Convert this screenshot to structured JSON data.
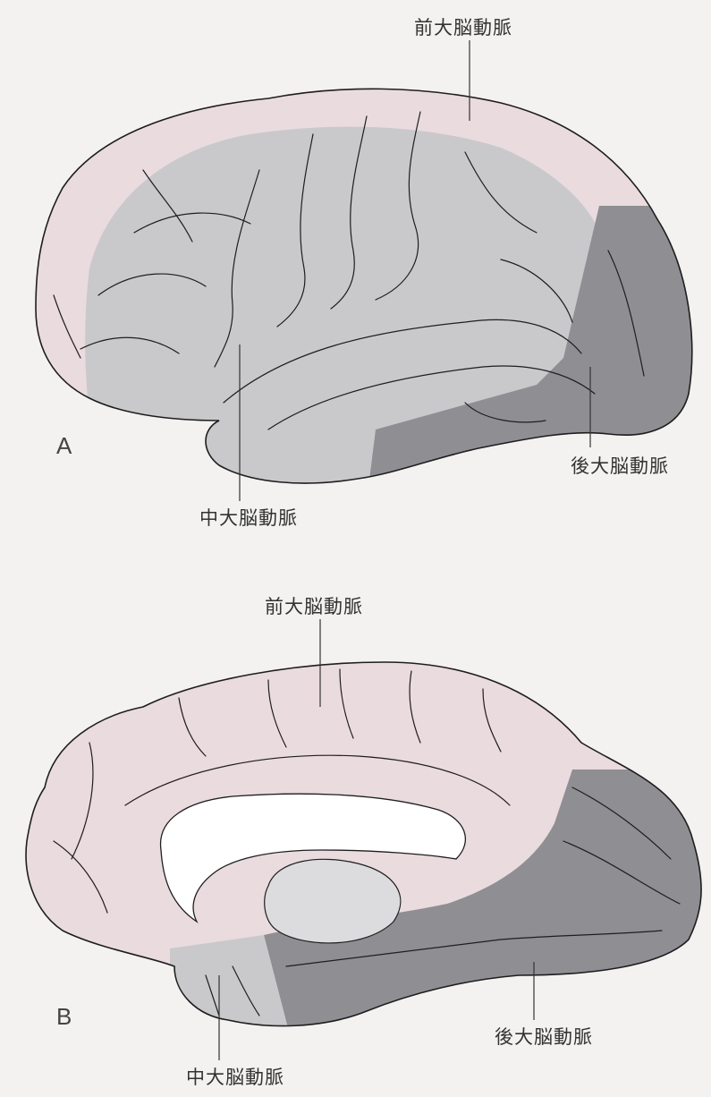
{
  "panels": [
    {
      "letter": "A",
      "labels": {
        "anterior": "前大脳動脈",
        "middle": "中大脳動脈",
        "posterior": "後大脳動脈"
      }
    },
    {
      "letter": "B",
      "labels": {
        "anterior": "前大脳動脈",
        "middle": "中大脳動脈",
        "posterior": "後大脳動脈"
      }
    }
  ],
  "colors": {
    "background": "#f3f2f1",
    "anterior_territory": "#eadbdf",
    "middle_territory": "#c9c9cc",
    "posterior_territory": "#8f8e93",
    "outline": "#1e1e1e"
  }
}
